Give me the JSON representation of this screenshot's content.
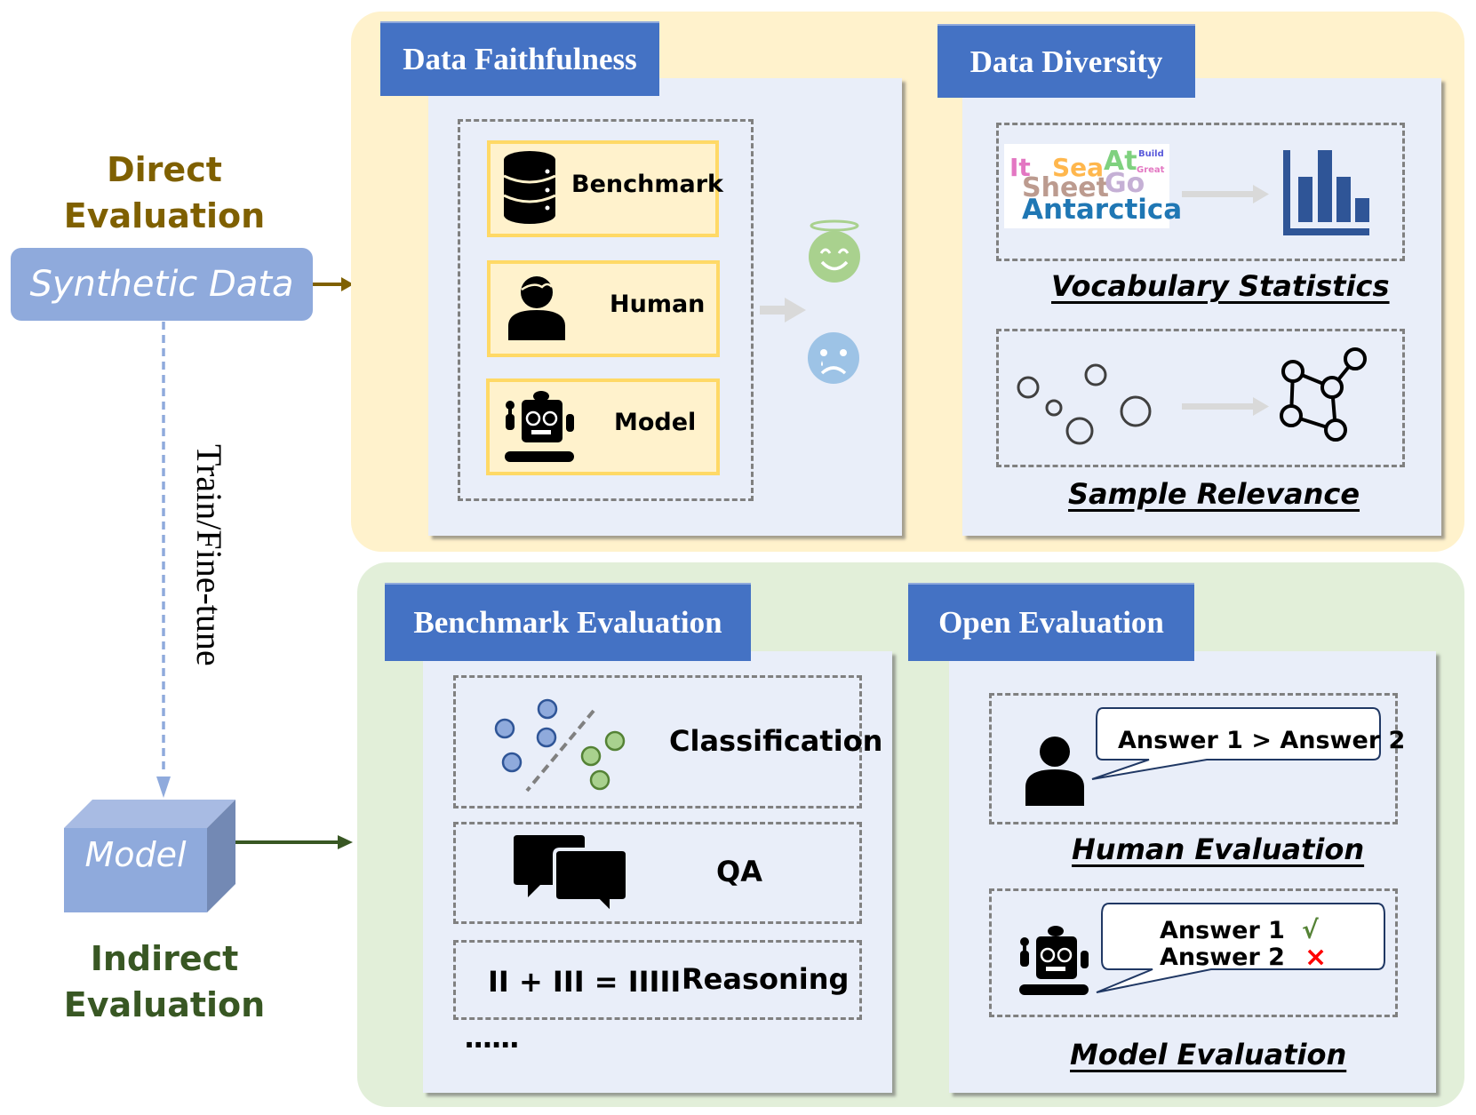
{
  "left": {
    "direct_title_line1": "Direct",
    "direct_title_line2": "Evaluation",
    "synthetic_data_label": "Synthetic Data",
    "train_label": "Train/Fine-tune",
    "model_label": "Model",
    "indirect_title_line1": "Indirect",
    "indirect_title_line2": "Evaluation"
  },
  "direct": {
    "faithfulness": {
      "title": "Data Faithfulness",
      "sources": [
        {
          "label": "Benchmark",
          "icon": "database-icon"
        },
        {
          "label": "Human",
          "icon": "person-icon"
        },
        {
          "label": "Model",
          "icon": "robot-icon"
        }
      ],
      "outcomes": [
        {
          "icon": "happy-angel-face-icon",
          "color": "#a9d18e"
        },
        {
          "icon": "sad-face-icon",
          "color": "#9dc3e6"
        }
      ]
    },
    "diversity": {
      "title": "Data Diversity",
      "vocab_caption": "Vocabulary Statistics",
      "wordcloud": [
        {
          "word": "It",
          "color": "#e377c2"
        },
        {
          "word": "Sea",
          "color": "#ffb74d"
        },
        {
          "word": "At",
          "color": "#7fd17f"
        },
        {
          "word": "Build",
          "color": "#5a5adb"
        },
        {
          "word": "Great",
          "color": "#e377c2"
        },
        {
          "word": "Sheet",
          "color": "#bc9b8f"
        },
        {
          "word": "Go",
          "color": "#c5b0d5"
        },
        {
          "word": "Antarctica",
          "color": "#1f77b4"
        }
      ],
      "relevance_caption": "Sample Relevance"
    }
  },
  "indirect": {
    "benchmark": {
      "title": "Benchmark Evaluation",
      "tasks": [
        {
          "label": "Classification",
          "icon": "scatter-classification-icon"
        },
        {
          "label": "QA",
          "icon": "chat-bubbles-icon"
        },
        {
          "label": "Reasoning",
          "expression": "II + III = IIIII"
        }
      ],
      "more": "······"
    },
    "open": {
      "title": "Open Evaluation",
      "human_bubble": "Answer 1 > Answer 2",
      "human_caption": "Human Evaluation",
      "model_answers": [
        {
          "label": "Answer 1",
          "mark": "√",
          "mark_color": "#548235"
        },
        {
          "label": "Answer 2",
          "mark": "×",
          "mark_color": "#ff0000"
        }
      ],
      "model_caption": "Model Evaluation"
    }
  },
  "colors": {
    "direct_text": "#7f6000",
    "indirect_text": "#385723",
    "header_blue": "#4472c4",
    "synthetic_box": "#8faadc"
  }
}
